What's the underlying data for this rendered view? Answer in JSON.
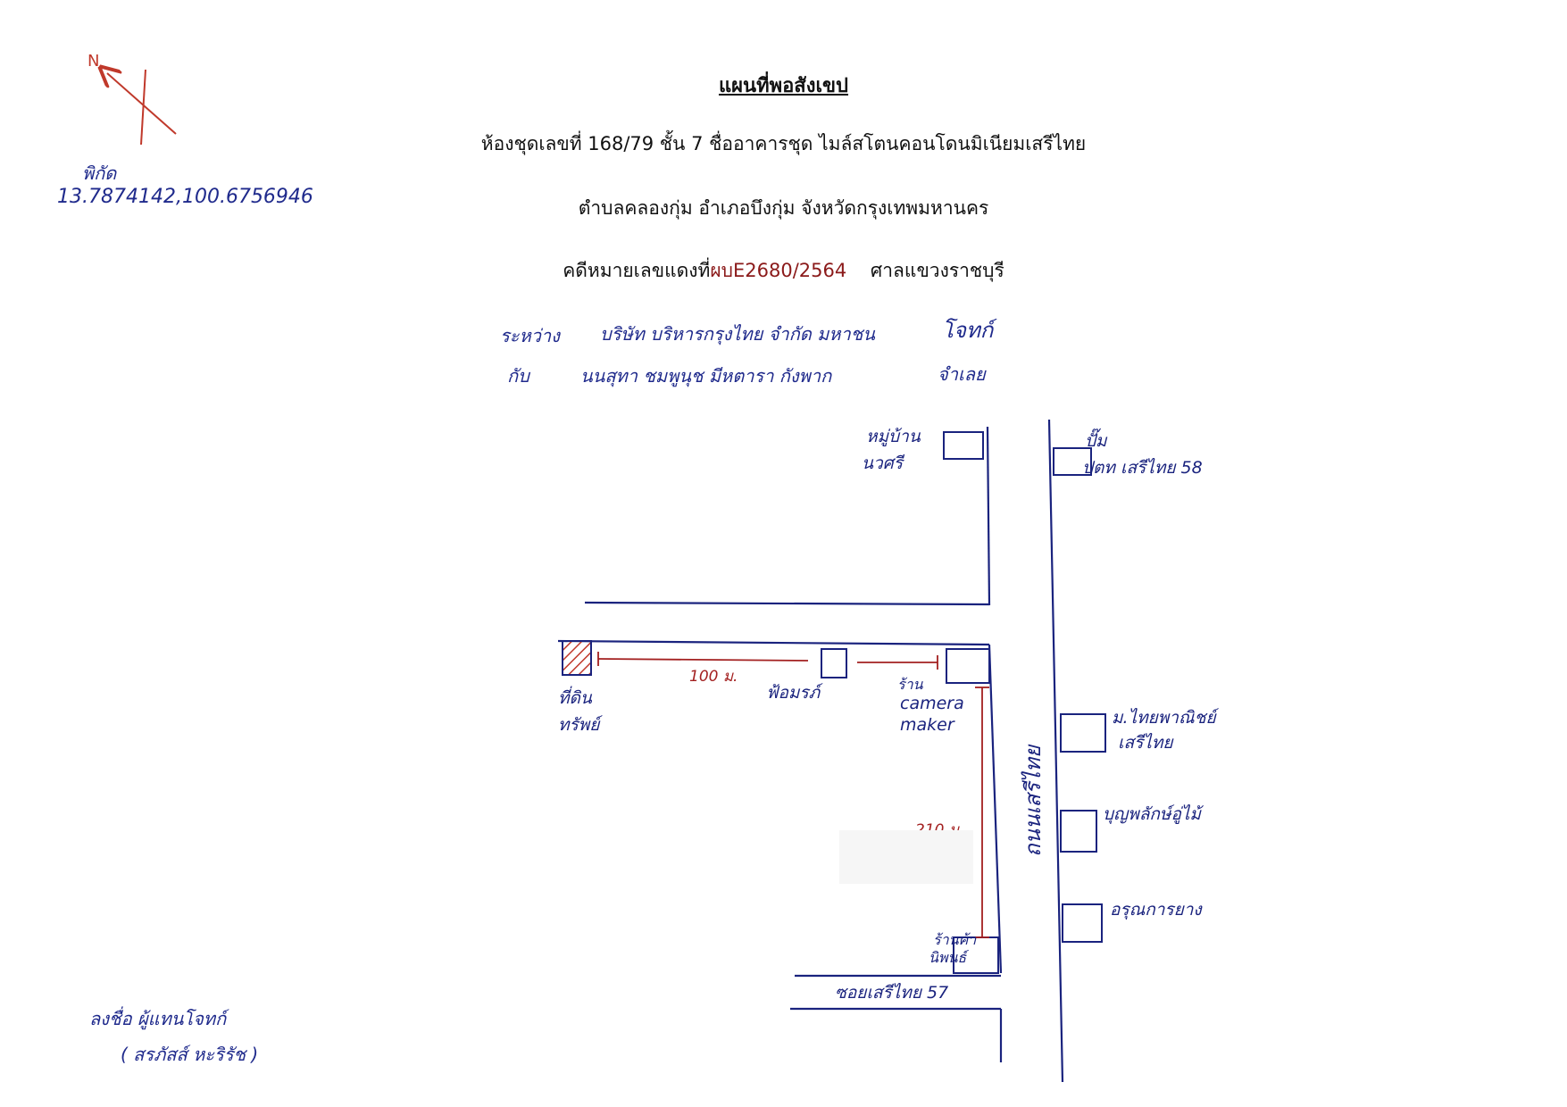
{
  "header": {
    "title": "แผนที่พอสังเขป",
    "unit_line": "ห้องชุดเลขที่ 168/79 ชั้น 7    ชื่ออาคารชุด ไมล์สโตนคอนโดนมิเนียมเสรีไทย",
    "location_line": "ตำบลคลองกุ่ม  อำเภอบึงกุ่ม  จังหวัดกรุงเทพมหานคร",
    "case_prefix": "คดีหมายเลขแดงที่",
    "case_number": "ผบE2680/2564",
    "court": "ศาลแขวงราชบุรี"
  },
  "handwritten": {
    "north_label": "N",
    "coords_label": "พิกัด",
    "coords_value": "13.7874142,100.6756946",
    "parties_row1_prefix": "ระหว่าง",
    "parties_row1_name": "บริษัท บริหารกรุงไทย จำกัด มหาชน",
    "parties_row1_role": "โจทก์",
    "parties_row2_prefix": "กับ",
    "parties_row2_name": "นนสุทา ชมพูนุช มีหตารา กังพาก",
    "parties_row2_role": "จำเลย",
    "signature_line1": "ลงชื่อ  ผู้แทนโจทก์",
    "signature_line2": "( สรภัสส์ หะริรัช )"
  },
  "map": {
    "labels": {
      "village_top": "หมู่บ้าน",
      "village_top2": "นวศรี",
      "ptt_1": "ปั๊ม",
      "ptt_2": "ปตท เสรีไทย 58",
      "property_1": "ที่ดิน",
      "property_2": "ทรัพย์",
      "distance_100": "100 ม.",
      "shop_1": "ฟ้อมรภ์",
      "camera_1": "ร้าน",
      "camera_2": "camera",
      "camera_3": "maker",
      "university_1": "ม.ไทยพาณิชย์",
      "university_2": "เสรีไทย",
      "boonpalak": "บุญพลักษ์อู่ไม้",
      "road_main": "ถนนเสรีไทย",
      "distance_210": "210 ม.",
      "arun": "อรุณการยาง",
      "stationery_1": "ร้านค้า",
      "stationery_2": "นิพนธ์",
      "soi": "ซอยเสรีไทย 57"
    },
    "hatch_color": "#c0392b",
    "ink_color": "#1a237e",
    "dim_color": "#a32020"
  }
}
